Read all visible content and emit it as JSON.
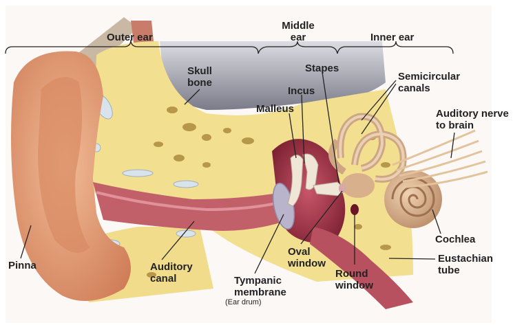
{
  "sections": {
    "outer_ear": "Outer ear",
    "middle_ear": "Middle\near",
    "inner_ear": "Inner ear"
  },
  "labels": {
    "skull_bone": "Skull\nbone",
    "stapes": "Stapes",
    "incus": "Incus",
    "malleus": "Malleus",
    "semicircular_canals": "Semicircular\ncanals",
    "auditory_nerve": "Auditory nerve\nto brain",
    "pinna": "Pinna",
    "auditory_canal": "Auditory\ncanal",
    "tympanic_membrane": "Tympanic\nmembrane",
    "ear_drum": "(Ear drum)",
    "oval_window": "Oval\nwindow",
    "round_window": "Round\nwindow",
    "cochlea": "Cochlea",
    "eustachian_tube": "Eustachian\ntube"
  },
  "colors": {
    "skin": "#e9a57f",
    "skin_dark": "#d98a62",
    "bone": "#f2df8f",
    "bone_hole": "#a9873a",
    "cavity": "#9a2e40",
    "canal": "#c2606a",
    "membrane": "#b9b3cc",
    "inner_ear": "#d8b08c",
    "background_grey": "#8c8c98",
    "leader": "#222222"
  }
}
